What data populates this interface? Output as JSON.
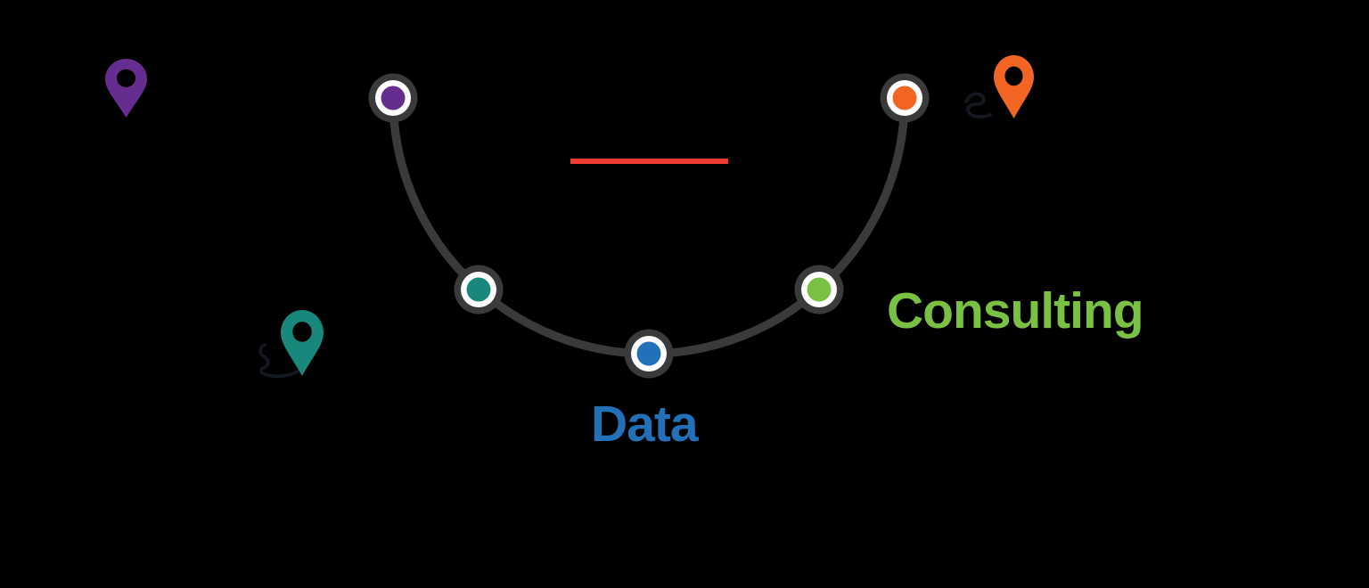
{
  "colors": {
    "background": "#000000",
    "path_gray": "#3A3A3A",
    "node_white": "#FFFFFF",
    "squiggle": "#131821",
    "red": "#EE3B2E",
    "purple": "#662D91",
    "teal": "#18887C",
    "blue": "#2170B8",
    "green": "#7AC143",
    "orange": "#F26522"
  },
  "diagram": {
    "stations": [
      {
        "id": "purple",
        "color": "#662D91",
        "label": ""
      },
      {
        "id": "teal",
        "color": "#18887C",
        "label": ""
      },
      {
        "id": "blue",
        "color": "#2170B8",
        "label": "Data"
      },
      {
        "id": "green",
        "color": "#7AC143",
        "label": "Consulting"
      },
      {
        "id": "orange",
        "color": "#F26522",
        "label": ""
      }
    ],
    "pins": [
      {
        "id": "purple-pin",
        "color": "#662D91"
      },
      {
        "id": "teal-pin",
        "color": "#18887C"
      },
      {
        "id": "orange-pin",
        "color": "#F26522"
      }
    ],
    "underline_color": "#EE3B2E"
  }
}
